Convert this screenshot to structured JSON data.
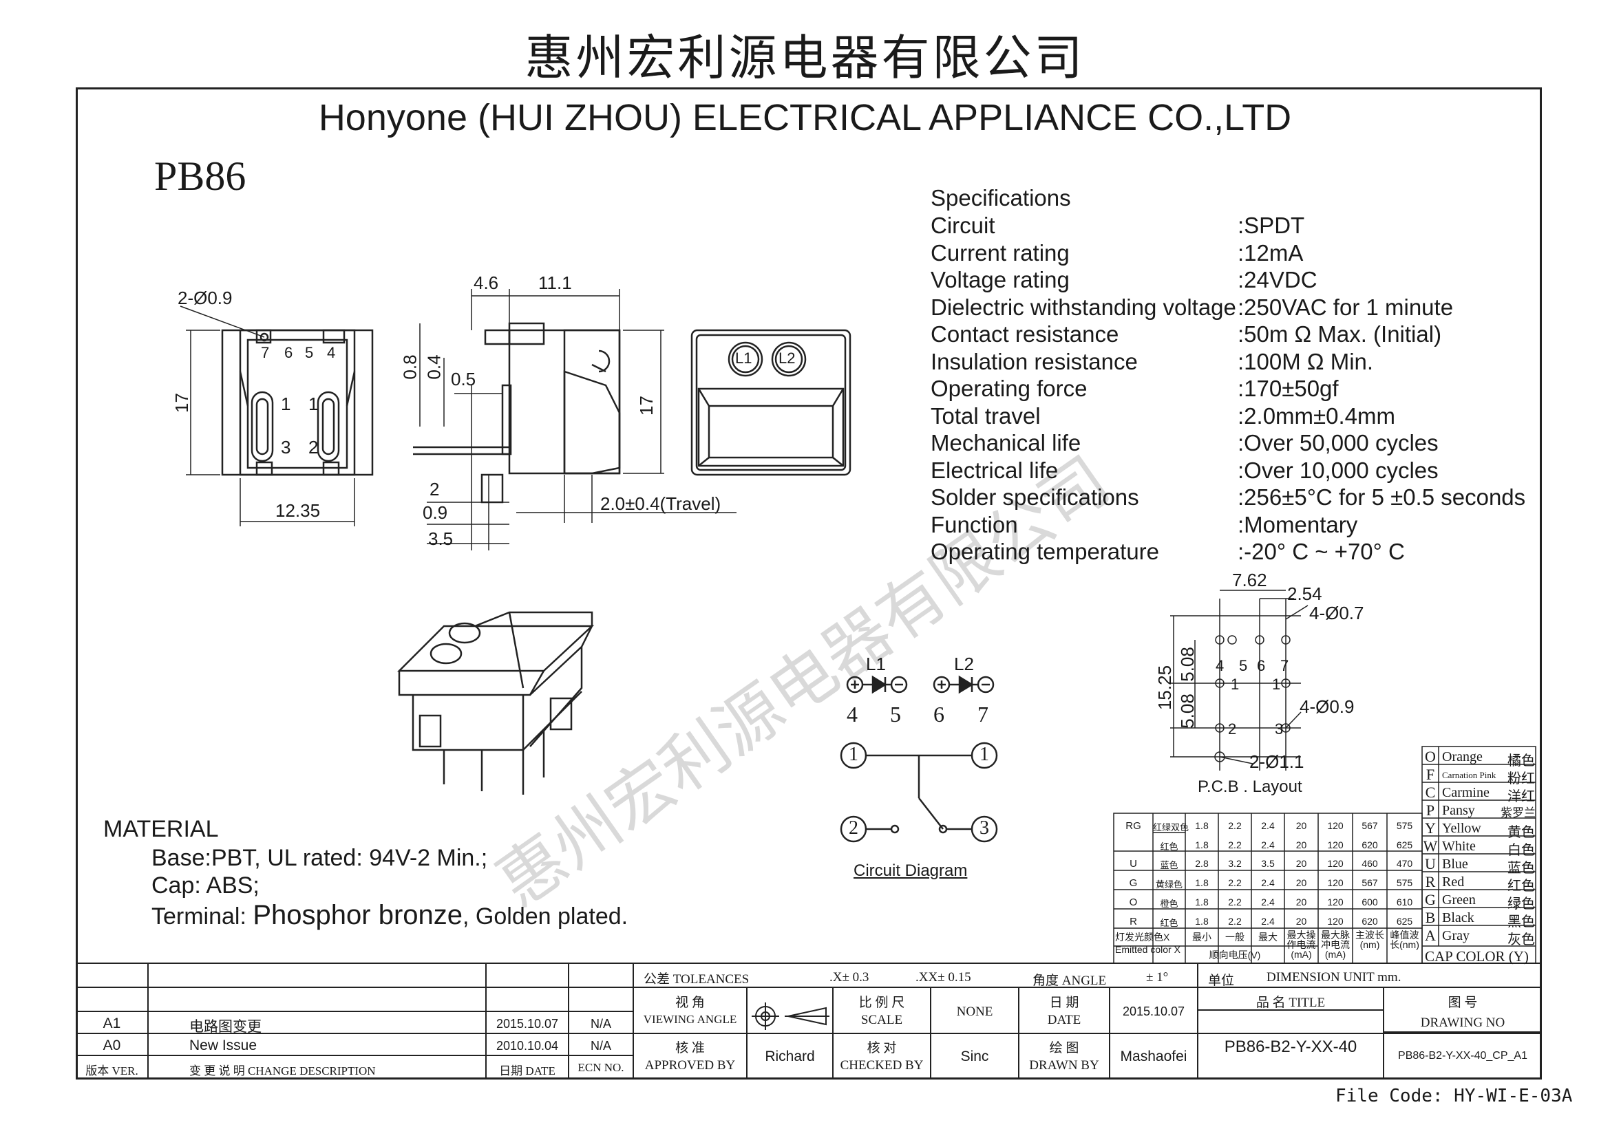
{
  "header": {
    "cn_company": "惠州宏利源电器有限公司",
    "en_company": "Honyone (HUI ZHOU) ELECTRICAL APPLIANCE  CO.,LTD",
    "model": "PB86"
  },
  "specifications": {
    "heading": "Specifications",
    "rows": [
      {
        "label": "Circuit",
        "value": ":SPDT"
      },
      {
        "label": "Current rating",
        "value": ":12mA"
      },
      {
        "label": "Voltage rating",
        "value": ":24VDC"
      },
      {
        "label": "Dielectric withstanding voltage",
        "value": ":250VAC for 1 minute"
      },
      {
        "label": "Contact resistance",
        "value": ":50m Ω   Max. (Initial)"
      },
      {
        "label": "Insulation resistance",
        "value": ":100M Ω   Min."
      },
      {
        "label": "Operating force",
        "value": ":170±50gf"
      },
      {
        "label": "Total travel",
        "value": ":2.0mm±0.4mm"
      },
      {
        "label": "Mechanical life",
        "value": ":Over 50,000 cycles"
      },
      {
        "label": "Electrical life",
        "value": ":Over 10,000 cycles"
      },
      {
        "label": "Solder specifications",
        "value": ":256±5°C for 5 ±0.5 seconds"
      },
      {
        "label": "Function",
        "value": ":Momentary"
      },
      {
        "label": "Operating temperature",
        "value": ":-20°  C ~ +70°  C"
      }
    ]
  },
  "dimensions": {
    "hole": "2-Ø0.9",
    "height_17": "17",
    "width_1235": "12.35",
    "d46": "4.6",
    "d111": "11.1",
    "d08": "0.8",
    "d04": "0.4",
    "d05": "0.5",
    "d2": "2",
    "d09": "0.9",
    "d35": "3.5",
    "travel": "2.0±0.4(Travel)",
    "side_17": "17",
    "front_pins": [
      "7",
      "6",
      "5",
      "4"
    ],
    "front_contacts": [
      "1",
      "1",
      "3",
      "2"
    ],
    "lamp_labels": [
      "L1",
      "L2"
    ]
  },
  "pcb": {
    "d762": "7.62",
    "d254": "2.54",
    "hole4_07": "4-Ø0.7",
    "hole4_09": "4-Ø0.9",
    "hole2_11": "2-Ø1.1",
    "d1525": "15.25",
    "d508a": "5.08",
    "d508b": "5.08",
    "pin_labels": [
      "4",
      "5",
      "6",
      "7"
    ],
    "contact_labels": [
      "1",
      "1",
      "2",
      "3"
    ],
    "title": "P.C.B . Layout"
  },
  "circuit": {
    "l1": "L1",
    "l2": "L2",
    "pins": [
      "4",
      "5",
      "6",
      "7"
    ],
    "node1_left": "1",
    "node1_right": "1",
    "node2": "2",
    "node3": "3",
    "title": "Circuit Diagram"
  },
  "material": {
    "heading": "MATERIAL",
    "base": "Base:PBT, UL rated: 94V-2 Min.;",
    "cap": "Cap: ABS;",
    "terminal_prefix": "Terminal: ",
    "terminal_main": "Phosphor bronze",
    "terminal_suffix": ", Golden plated."
  },
  "led_table": {
    "rows": [
      {
        "code": "RG",
        "name": "红绿双色",
        "cells": [
          "1.8",
          "2.2",
          "2.4",
          "20",
          "120",
          "567",
          "575"
        ]
      },
      {
        "code": "",
        "name": "红色",
        "cells": [
          "1.8",
          "2.2",
          "2.4",
          "20",
          "120",
          "620",
          "625"
        ]
      },
      {
        "code": "U",
        "name": "蓝色",
        "cells": [
          "2.8",
          "3.2",
          "3.5",
          "20",
          "120",
          "460",
          "470"
        ]
      },
      {
        "code": "G",
        "name": "黄绿色",
        "cells": [
          "1.8",
          "2.2",
          "2.4",
          "20",
          "120",
          "567",
          "575"
        ]
      },
      {
        "code": "O",
        "name": "橙色",
        "cells": [
          "1.8",
          "2.2",
          "2.4",
          "20",
          "120",
          "600",
          "610"
        ]
      },
      {
        "code": "R",
        "name": "红色",
        "cells": [
          "1.8",
          "2.2",
          "2.4",
          "20",
          "120",
          "620",
          "625"
        ]
      }
    ],
    "footer_color": "灯发光颜色X",
    "footer_color_en": "Emitted color X",
    "footer_min": "最小",
    "footer_typ": "一般",
    "footer_max": "最大",
    "footer_vf": "顺向电压(V)",
    "footer_if": "最大操作电流(mA)",
    "footer_ip": "最大脉冲电流(mA)",
    "footer_wl": "主波长(nm)",
    "footer_pk": "峰值波长(nm)"
  },
  "cap_colors": {
    "rows": [
      {
        "code": "O",
        "en": "Orange",
        "cn": "橘色"
      },
      {
        "code": "F",
        "en": "Carnation Pink",
        "cn": "粉红"
      },
      {
        "code": "C",
        "en": "Carmine",
        "cn": "洋红"
      },
      {
        "code": "P",
        "en": "Pansy",
        "cn": "紫罗兰"
      },
      {
        "code": "Y",
        "en": "Yellow",
        "cn": "黄色"
      },
      {
        "code": "W",
        "en": "White",
        "cn": "白色"
      },
      {
        "code": "U",
        "en": "Blue",
        "cn": "蓝色"
      },
      {
        "code": "R",
        "en": "Red",
        "cn": "红色"
      },
      {
        "code": "G",
        "en": "Green",
        "cn": "绿色"
      },
      {
        "code": "B",
        "en": "Black",
        "cn": "黑色"
      },
      {
        "code": "A",
        "en": "Gray",
        "cn": "灰色"
      }
    ],
    "footer": "CAP COLOR (Y)"
  },
  "title_block": {
    "tolerances": "公差 TOLEANCES",
    "tol_x": ".X± 0.3",
    "tol_xx": ".XX± 0.15",
    "angle": "角度 ANGLE",
    "angle_val": "± 1°",
    "unit_label": "单位",
    "unit_val": "DIMENSION UNIT     mm.",
    "viewing_cn": "视 角",
    "viewing_en": "VIEWING ANGLE",
    "scale_cn": "比 例 尺",
    "scale_en": "SCALE",
    "scale_val": "NONE",
    "date_cn": "日 期",
    "date_en": "DATE",
    "date_val": "2015.10.07",
    "title_label": "品 名     TITLE",
    "title_val": "PB86-B2-Y-XX-40",
    "drawing_cn": "图 号",
    "drawing_en": "DRAWING NO",
    "drawing_val": "PB86-B2-Y-XX-40_CP_A1",
    "approved_cn": "核 准",
    "approved_en": "APPROVED BY",
    "approved_val": "Richard",
    "checked_cn": "核 对",
    "checked_en": "CHECKED BY",
    "checked_val": "Sinc",
    "drawn_cn": "绘 图",
    "drawn_en": "DRAWN BY",
    "drawn_val": "Mashaofei",
    "revisions": [
      {
        "ver": "A1",
        "desc": "电路图变更",
        "date": "2015.10.07",
        "ecn": "N/A"
      },
      {
        "ver": "A0",
        "desc": "New Issue",
        "date": "2010.10.04",
        "ecn": "N/A"
      }
    ],
    "col_ver": "版本 VER.",
    "col_desc": "变 更 说 明   CHANGE DESCRIPTION",
    "col_date": "日期 DATE",
    "col_ecn": "ECN NO."
  },
  "file_code": "File Code: HY-WI-E-03A",
  "watermark": "惠州宏利源电器有限公司"
}
